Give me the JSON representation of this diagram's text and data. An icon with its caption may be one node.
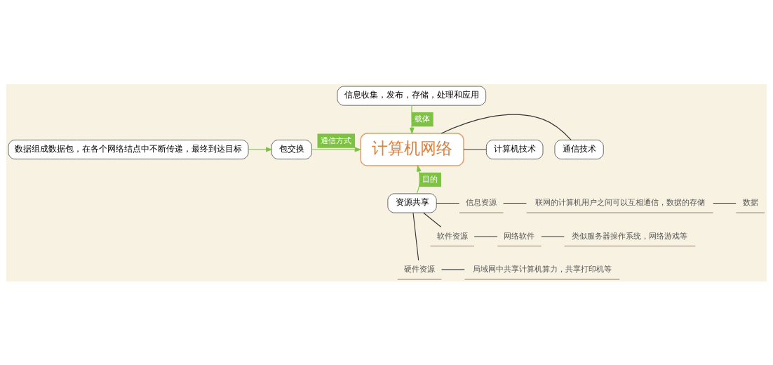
{
  "diagram": {
    "nodes": [
      {
        "text": [
          "计算机网络"
        ]
      },
      {
        "text": [
          "信息收集，发布，存储，处理和应用"
        ]
      },
      {
        "text": [
          "通信技术"
        ]
      },
      {
        "text": [
          "计算机技术"
        ]
      },
      {
        "text": [
          "包交换"
        ]
      },
      {
        "text": [
          "数据组成数据包，在各个网络结点中不断传递，最终到达目标"
        ]
      },
      {
        "text": [
          "资源共享"
        ]
      },
      {
        "text": [
          "信息资源"
        ]
      },
      {
        "text": [
          "联网的计算机用户之间可以互相通信，数据的存储"
        ]
      },
      {
        "text": [
          "数据"
        ]
      },
      {
        "text": [
          "软件资源"
        ]
      },
      {
        "text": [
          "网络软件"
        ]
      },
      {
        "text": [
          "类似服务器操作系统，网络游戏等"
        ]
      },
      {
        "text": [
          "硬件资源"
        ]
      },
      {
        "text": [
          "局域网中共享计算机算力，共享打印机等"
        ]
      }
    ],
    "edges": [
      {
        "from": 1,
        "to": 0,
        "arrow": "to",
        "label": "载体",
        "color": "#7dc242"
      },
      {
        "from": 0,
        "to": 2,
        "arrow": "none"
      },
      {
        "from": 0,
        "to": 3,
        "arrow": "none"
      },
      {
        "from": 4,
        "to": 0,
        "arrow": "to",
        "label": "通信方式",
        "color": "#7dc242"
      },
      {
        "from": 5,
        "to": 4,
        "arrow": "to",
        "color": "#7dc242"
      },
      {
        "from": 6,
        "to": 0,
        "arrow": "to",
        "label": "目的",
        "color": "#7dc242"
      },
      {
        "from": 6,
        "to": 7,
        "arrow": "none"
      },
      {
        "from": 7,
        "to": 8,
        "arrow": "none"
      },
      {
        "from": 8,
        "to": 9,
        "arrow": "none"
      },
      {
        "from": 6,
        "to": 10,
        "arrow": "none"
      },
      {
        "from": 10,
        "to": 11,
        "arrow": "none"
      },
      {
        "from": 11,
        "to": 12,
        "arrow": "none"
      },
      {
        "from": 6,
        "to": 13,
        "arrow": "none"
      },
      {
        "from": 13,
        "to": 14,
        "arrow": "none"
      }
    ]
  }
}
